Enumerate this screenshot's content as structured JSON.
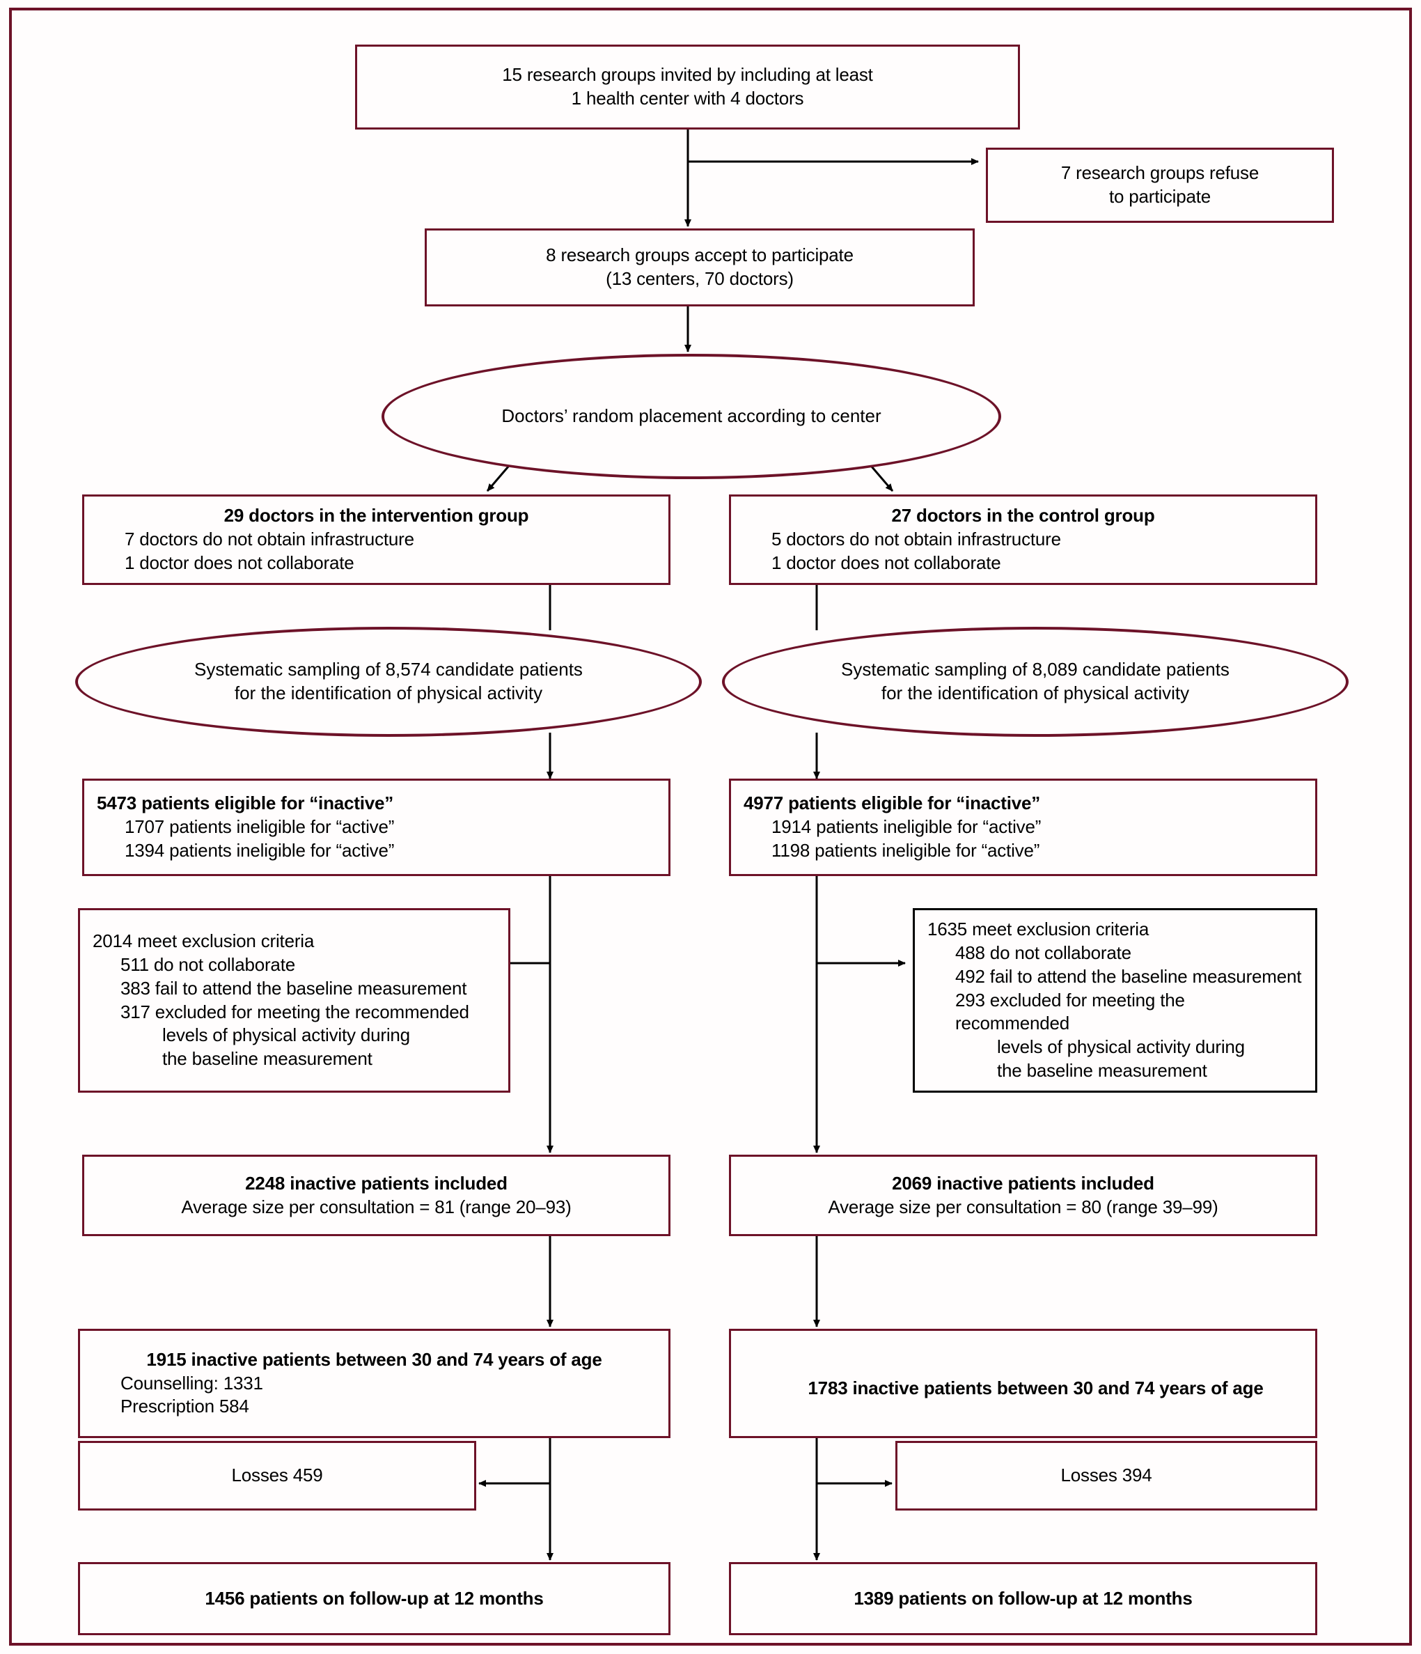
{
  "figure": {
    "type": "flow-diagram",
    "frame_color": "#6d1228",
    "text_color": "#000000",
    "background": "#fffdfd"
  },
  "nodes": {
    "invited": {
      "line1": "15 research groups invited by including at least",
      "line2": "1 health center with 4 doctors"
    },
    "refused": {
      "line1": "7 research groups refuse",
      "line2": "to participate"
    },
    "accepted": {
      "line1": "8 research groups accept to participate",
      "line2": "(13 centers, 70 doctors)"
    },
    "randomization": {
      "line1": "Doctors’ random placement according to center"
    },
    "intervention_doctors": {
      "heading": "29 doctors in the intervention group",
      "line1": "7 doctors do not obtain infrastructure",
      "line2": "1 doctor does not collaborate"
    },
    "control_doctors": {
      "heading": "27 doctors in the control group",
      "line1": "5 doctors do not obtain infrastructure",
      "line2": "1 doctor does not collaborate"
    },
    "intervention_sampling": {
      "line1": "Systematic sampling of 8,574 candidate patients",
      "line2": "for the identification of physical activity"
    },
    "control_sampling": {
      "line1": "Systematic sampling of 8,089 candidate patients",
      "line2": "for the identification of physical activity"
    },
    "intervention_eligible": {
      "heading": "5473 patients eligible for “inactive”",
      "line1": "1707 patients ineligible for “active”",
      "line2": "1394 patients ineligible for “active”"
    },
    "control_eligible": {
      "heading": "4977 patients eligible for “inactive”",
      "line1": "1914 patients ineligible for “active”",
      "line2": "1198 patients ineligible for “active”"
    },
    "intervention_exclusions": {
      "line1": "2014 meet exclusion criteria",
      "line2": "511 do not collaborate",
      "line3": "383 fail to attend the baseline measurement",
      "line4": "317 excluded for meeting the recommended",
      "line5": "levels of physical activity during",
      "line6": "the baseline measurement"
    },
    "control_exclusions": {
      "line1": "1635 meet exclusion criteria",
      "line2": "488 do not collaborate",
      "line3": "492 fail to attend the baseline measurement",
      "line4": "293 excluded for meeting the recommended",
      "line5": "levels of physical activity during",
      "line6": "the baseline measurement"
    },
    "intervention_included": {
      "heading": "2248 inactive patients included",
      "line1": "Average size per consultation = 81 (range 20–93)"
    },
    "control_included": {
      "heading": "2069 inactive patients included",
      "line1": "Average size per consultation = 80 (range 39–99)"
    },
    "intervention_age_range": {
      "heading": "1915 inactive patients between 30 and 74 years of age",
      "line1": "Counselling: 1331",
      "line2": "Prescription 584"
    },
    "control_age_range": {
      "heading": "1783 inactive patients between 30 and 74 years of age"
    },
    "intervention_losses": {
      "line1": "Losses 459"
    },
    "control_losses": {
      "line1": "Losses 394"
    },
    "intervention_followup": {
      "heading": "1456 patients on follow-up at 12 months"
    },
    "control_followup": {
      "heading": "1389 patients on follow-up at 12 months"
    }
  },
  "chart_data": {
    "type": "flowchart",
    "title": "CONSORT participant flow diagram",
    "stages": [
      {
        "label": "Research groups invited",
        "value": 15
      },
      {
        "label": "Research groups refused",
        "value": 7
      },
      {
        "label": "Research groups accepted",
        "value": 8,
        "centers": 13,
        "doctors": 70
      }
    ],
    "arms": [
      {
        "name": "Intervention",
        "doctors": 29,
        "doctors_no_infrastructure": 7,
        "doctors_not_collaborating": 1,
        "candidates_sampled": 8574,
        "eligible_inactive": 5473,
        "ineligible_active_1": 1707,
        "ineligible_active_2": 1394,
        "meet_exclusion_criteria": 2014,
        "do_not_collaborate": 511,
        "fail_baseline_measurement": 383,
        "excluded_recommended_levels": 317,
        "inactive_included": 2248,
        "average_size_per_consultation": 81,
        "consultation_range": "20–93",
        "inactive_30_to_74": 1915,
        "counselling": 1331,
        "prescription": 584,
        "losses": 459,
        "followup_12_months": 1456
      },
      {
        "name": "Control",
        "doctors": 27,
        "doctors_no_infrastructure": 5,
        "doctors_not_collaborating": 1,
        "candidates_sampled": 8089,
        "eligible_inactive": 4977,
        "ineligible_active_1": 1914,
        "ineligible_active_2": 1198,
        "meet_exclusion_criteria": 1635,
        "do_not_collaborate": 488,
        "fail_baseline_measurement": 492,
        "excluded_recommended_levels": 293,
        "inactive_included": 2069,
        "average_size_per_consultation": 80,
        "consultation_range": "39–99",
        "inactive_30_to_74": 1783,
        "losses": 394,
        "followup_12_months": 1389
      }
    ]
  }
}
